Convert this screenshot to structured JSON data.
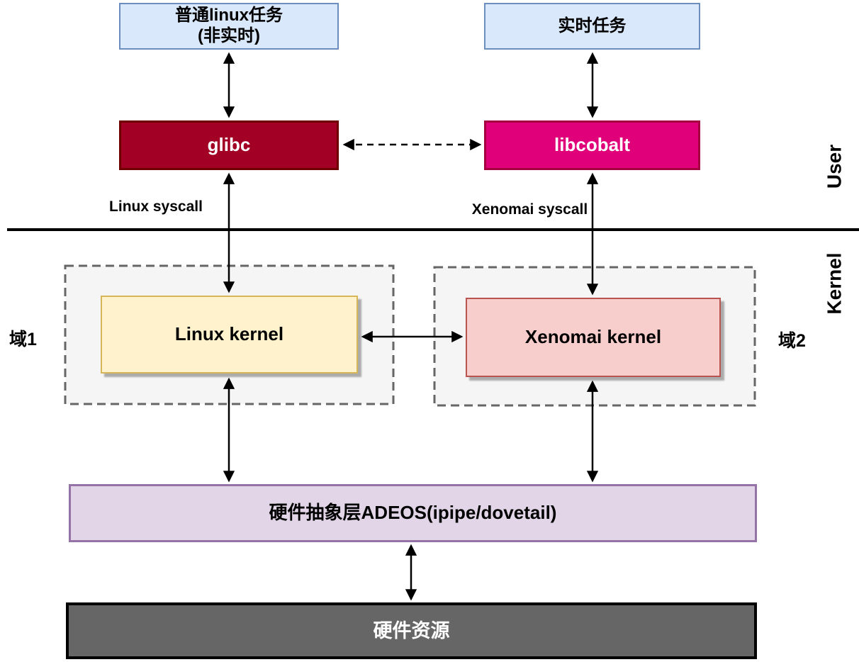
{
  "boxes": {
    "normal_task": {
      "line1": "普通linux任务",
      "line2": "(非实时)"
    },
    "realtime_task": {
      "label": "实时任务"
    },
    "glibc": {
      "label": "glibc"
    },
    "libcobalt": {
      "label": "libcobalt"
    },
    "linux_kernel": {
      "label": "Linux kernel"
    },
    "xenomai_kernel": {
      "label": "Xenomai kernel"
    },
    "adeos": {
      "label": "硬件抽象层ADEOS(ipipe/dovetail)"
    },
    "hardware": {
      "label": "硬件资源"
    }
  },
  "labels": {
    "linux_syscall": "Linux syscall",
    "xenomai_syscall": "Xenomai syscall",
    "user_side": "User",
    "kernel_side": "Kernel",
    "domain1": "域1",
    "domain2": "域2"
  },
  "colors": {
    "task_fill": "#dae8fc",
    "task_stroke": "#6c8ebf",
    "glibc_fill": "#a20025",
    "glibc_stroke": "#6f0000",
    "libcobalt_fill": "#e0007a",
    "libcobalt_stroke": "#a50040",
    "linux_kernel_fill": "#fff2cc",
    "linux_kernel_stroke": "#d6b656",
    "xenomai_kernel_fill": "#f8cecc",
    "xenomai_kernel_stroke": "#b85450",
    "domain_fill": "#f5f5f5",
    "domain_stroke": "#666666",
    "adeos_fill": "#e1d5e7",
    "adeos_stroke": "#9673a6",
    "hardware_fill": "#666666",
    "hardware_stroke": "#000000",
    "arrow": "#000000"
  },
  "edges": [
    {
      "from": "normal_task",
      "to": "glibc",
      "style": "solid-double-arrow"
    },
    {
      "from": "realtime_task",
      "to": "libcobalt",
      "style": "solid-double-arrow"
    },
    {
      "from": "glibc",
      "to": "libcobalt",
      "style": "dashed-double-arrow"
    },
    {
      "from": "glibc",
      "to": "linux_kernel",
      "style": "solid-double-arrow"
    },
    {
      "from": "libcobalt",
      "to": "xenomai_kernel",
      "style": "solid-double-arrow"
    },
    {
      "from": "linux_kernel",
      "to": "xenomai_kernel",
      "style": "solid-double-arrow"
    },
    {
      "from": "linux_kernel",
      "to": "adeos",
      "style": "solid-double-arrow"
    },
    {
      "from": "xenomai_kernel",
      "to": "adeos",
      "style": "solid-double-arrow"
    },
    {
      "from": "adeos",
      "to": "hardware",
      "style": "solid-double-arrow"
    }
  ]
}
